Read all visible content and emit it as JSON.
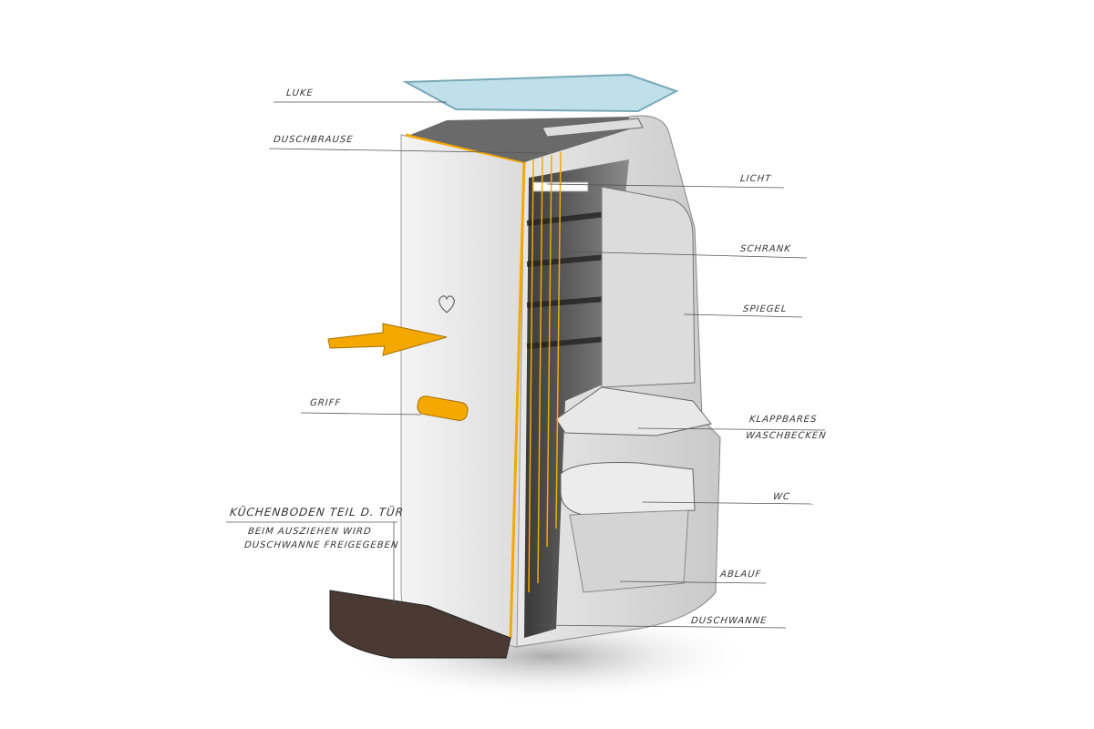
{
  "labels": {
    "luke": "LUKE",
    "duschbrause": "DUSCHBRAUSE",
    "licht": "LICHT",
    "schrank": "SCHRANK",
    "spiegel": "SPIEGEL",
    "griff": "GRIFF",
    "waschbecken_line1": "KLAPPBARES",
    "waschbecken_line2": "WASCHBECKEN",
    "wc": "WC",
    "ablauf": "ABLAUF",
    "duschwanne": "DUSCHWANNE",
    "kuechenboden": "KÜCHENBODEN TEIL D. TÜR",
    "note_line1": "BEIM AUSZIEHEN WIRD",
    "note_line2": "DUSCHWANNE FREIGEGEBEN"
  },
  "colors": {
    "accent": "#f5a800",
    "floor": "#4a3a33",
    "hatch": "#bfe0ea"
  }
}
